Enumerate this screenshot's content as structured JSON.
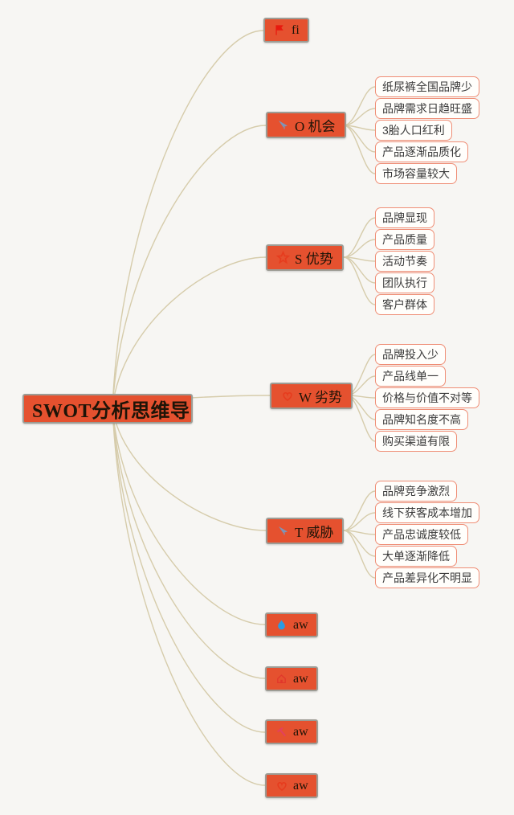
{
  "canvas": {
    "bg": "#f7f6f3",
    "edge_color": "#d6ccab"
  },
  "colors": {
    "node_fill": "#e5512f",
    "node_border": "#9d9c94",
    "node_text": "#1e1407",
    "child_fill": "#fffefb",
    "child_border": "#ef8e76",
    "child_text": "#3b3b3b",
    "icon_flag": "#e8190e",
    "icon_plane": "#7e95b8",
    "icon_accent": "#e63c1e",
    "icon_flame": "#2b9be4",
    "icon_home": "#e1372b",
    "icon_hammer": "#e2415e"
  },
  "root": {
    "label": "SWOT分析思维导"
  },
  "branches": [
    {
      "id": "flag",
      "label": "fi",
      "icon": "flag-icon",
      "children": []
    },
    {
      "id": "opportunity",
      "label": "O 机会",
      "icon": "paper-plane-icon",
      "children": [
        "纸尿裤全国品牌少",
        "品牌需求日趋旺盛",
        "3胎人口红利",
        "产品逐渐品质化",
        "市场容量较大"
      ]
    },
    {
      "id": "strength",
      "label": "S 优势",
      "icon": "star-icon",
      "children": [
        "品牌显现",
        "产品质量",
        "活动节奏",
        "团队执行",
        "客户群体"
      ]
    },
    {
      "id": "weakness",
      "label": "W 劣势",
      "icon": "heart-icon",
      "children": [
        "品牌投入少",
        "产品线单一",
        "价格与价值不对等",
        "品牌知名度不高",
        "购买渠道有限"
      ]
    },
    {
      "id": "threat",
      "label": "T 威胁",
      "icon": "paper-plane-icon",
      "children": [
        "品牌竞争激烈",
        "线下获客成本增加",
        "产品忠诚度较低",
        "大单逐渐降低",
        "产品差异化不明显"
      ]
    },
    {
      "id": "aw-flame",
      "label": "aw",
      "icon": "flame-icon",
      "children": []
    },
    {
      "id": "aw-home",
      "label": "aw",
      "icon": "home-icon",
      "children": []
    },
    {
      "id": "aw-hammer",
      "label": "aw",
      "icon": "hammer-icon",
      "children": []
    },
    {
      "id": "aw-heart",
      "label": "aw",
      "icon": "heart-icon",
      "children": []
    }
  ]
}
